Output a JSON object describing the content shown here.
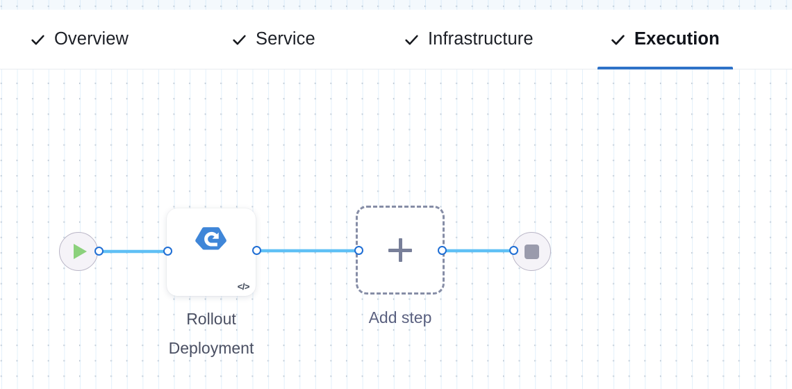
{
  "tabs": [
    {
      "label": "Overview",
      "icon": "check-icon",
      "state": "complete",
      "active": false
    },
    {
      "label": "Service",
      "icon": "check-icon",
      "state": "complete",
      "active": false
    },
    {
      "label": "Infrastructure",
      "icon": "check-icon",
      "state": "complete",
      "active": false
    },
    {
      "label": "Execution",
      "icon": "check-icon",
      "state": "complete",
      "active": true
    }
  ],
  "canvas": {
    "background": "#ffffff",
    "dot_color": "#b6bfcb",
    "grid_line_color": "#deeefa"
  },
  "theme": {
    "accent": "#2f72c8",
    "link": "#5fc0f5",
    "port_stroke": "#1f6ed4",
    "start_icon": "#8bd17c",
    "stop_icon": "#9a9bac",
    "step_icon": "#3f86d8",
    "dashed_border": "#868da6",
    "label_text": "#4b5063"
  },
  "flow": {
    "start_node": {
      "name": "pipeline-start",
      "icon": "play-icon"
    },
    "end_node": {
      "name": "pipeline-end",
      "icon": "stop-icon"
    },
    "steps": [
      {
        "name": "rollout-deployment-step",
        "label": "Rollout\nDeployment",
        "icon": "rollout-deployment-icon",
        "badge": "</>"
      }
    ],
    "add_step": {
      "label": "Add step",
      "icon": "plus-icon"
    },
    "connections": [
      {
        "from": "pipeline-start",
        "to": "rollout-deployment-step"
      },
      {
        "from": "rollout-deployment-step",
        "to": "add-step-placeholder"
      },
      {
        "from": "add-step-placeholder",
        "to": "pipeline-end"
      }
    ]
  }
}
